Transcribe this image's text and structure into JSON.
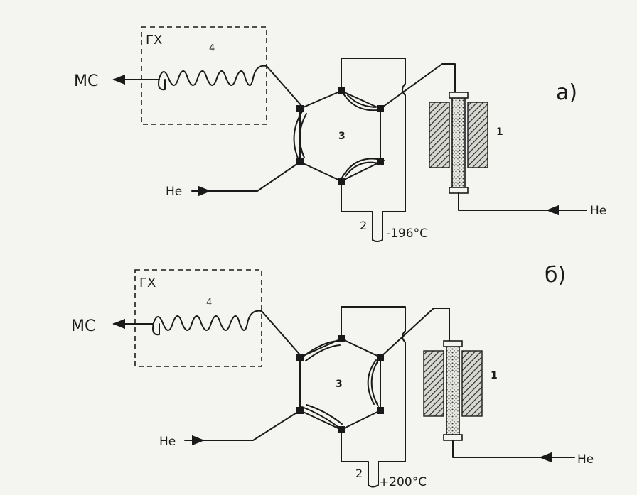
{
  "panels": [
    {
      "id": "a",
      "panel_label": "а)",
      "gc_label": "ГХ",
      "coil_label": "4",
      "valve_label": "3",
      "trap_label": "2",
      "temperature": "-196°C",
      "column_label": "1",
      "ms_label": "МС",
      "he_in_left": "He",
      "he_in_right": "He"
    },
    {
      "id": "b",
      "panel_label": "б)",
      "gc_label": "ГХ",
      "coil_label": "4",
      "valve_label": "3",
      "trap_label": "2",
      "temperature": "+200°C",
      "column_label": "1",
      "ms_label": "МС",
      "he_in_left": "He",
      "he_in_right": "He"
    }
  ]
}
